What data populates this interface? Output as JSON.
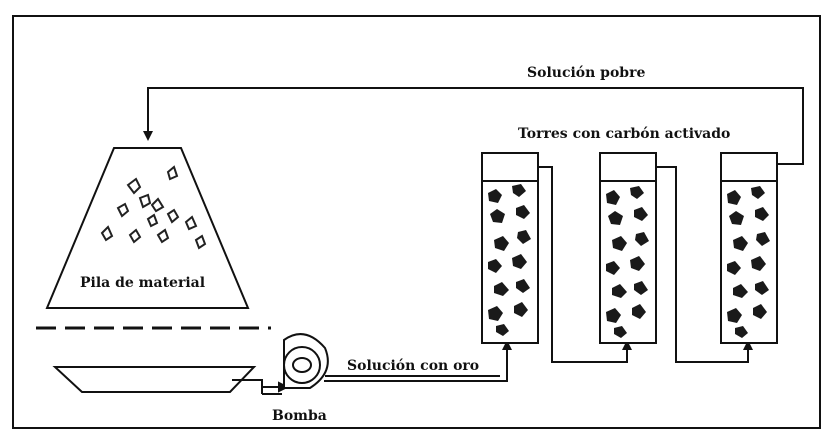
{
  "diagram": {
    "labels": {
      "heap": "Pila de material",
      "pump": "Bomba",
      "rich_solution": "Solución con oro",
      "poor_solution": "Solución pobre",
      "towers": "Torres con carbón activado"
    },
    "colors": {
      "ink": "#111111",
      "background": "#ffffff"
    }
  }
}
